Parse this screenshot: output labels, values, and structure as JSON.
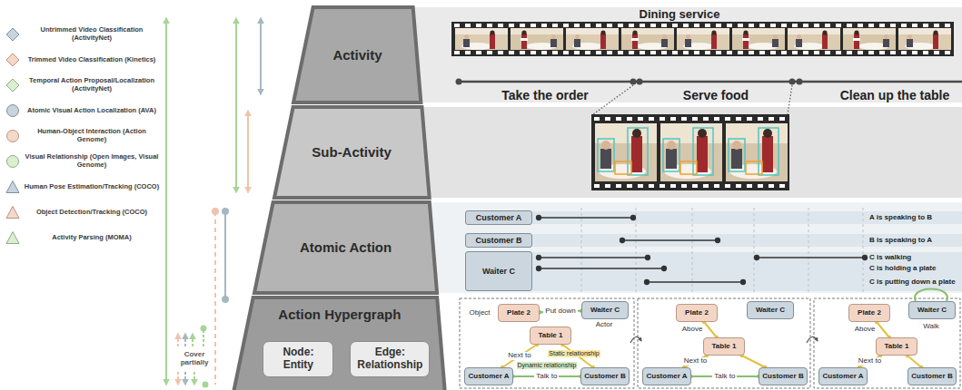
{
  "diagram": {
    "nodes": [
      {
        "text": [
          "Activity"
        ]
      },
      {
        "text": [
          "Sub-Activity"
        ]
      },
      {
        "text": [
          "Atomic Action"
        ]
      },
      {
        "text": [
          "Action Hypergraph"
        ]
      },
      {
        "text": [
          "Node: Entity"
        ],
        "in": 3
      },
      {
        "text": [
          "Edge: Relationship"
        ],
        "in": 3
      },
      {
        "text": [
          "Customer A"
        ]
      },
      {
        "text": [
          "Customer B"
        ]
      },
      {
        "text": [
          "Waiter C"
        ]
      },
      {
        "text": [
          "Plate 2"
        ]
      },
      {
        "text": [
          "Waiter C"
        ]
      },
      {
        "text": [
          "Table 1"
        ]
      },
      {
        "text": [
          "Customer A"
        ]
      },
      {
        "text": [
          "Customer B"
        ]
      },
      {
        "text": [
          "Plate 2"
        ]
      },
      {
        "text": [
          "Waiter C"
        ]
      },
      {
        "text": [
          "Table 1"
        ]
      },
      {
        "text": [
          "Customer A"
        ]
      },
      {
        "text": [
          "Customer B"
        ]
      },
      {
        "text": [
          "Plate 2"
        ]
      },
      {
        "text": [
          "Waiter C"
        ]
      },
      {
        "text": [
          "Table 1"
        ]
      },
      {
        "text": [
          "Customer A"
        ]
      },
      {
        "text": [
          "Customer B"
        ]
      }
    ],
    "edges": [
      {
        "from": 10,
        "to": 9,
        "arrow": "none",
        "label": "Put down"
      },
      {
        "from": 12,
        "to": 11,
        "arrow": "none",
        "label": "Next to"
      },
      {
        "from": 11,
        "to": 13,
        "arrow": "none"
      },
      {
        "from": 12,
        "to": 13,
        "arrow": "none",
        "label": "Talk to"
      },
      {
        "from": 14,
        "to": 16,
        "arrow": "none",
        "label": "Above"
      },
      {
        "from": 17,
        "to": 16,
        "arrow": "none",
        "label": "Next to"
      },
      {
        "from": 16,
        "to": 18,
        "arrow": "none"
      },
      {
        "from": 17,
        "to": 18,
        "arrow": "none",
        "label": "Talk to"
      },
      {
        "from": 19,
        "to": 21,
        "arrow": "none",
        "label": "Above"
      },
      {
        "from": 22,
        "to": 21,
        "arrow": "none",
        "label": "Next to"
      },
      {
        "from": 21,
        "to": 23,
        "arrow": "none"
      }
    ],
    "labels": [
      "Dining service",
      "Take the order",
      "Serve food",
      "Clean up the table",
      "A is speaking to B",
      "B is speaking to A",
      "C is walking",
      "C is holding a plate",
      "C is putting down a plate",
      "Object",
      "Actor",
      "Static relationship",
      "Dynamic relationship",
      "Walk",
      "Cover partially"
    ],
    "legend": [
      {
        "text": "Untrimmed Video Classification (ActivityNet)"
      },
      {
        "text": "Trimmed Video Classification (Kinetics)"
      },
      {
        "text": "Temporal Action Proposal/Localization (ActivityNet)"
      },
      {
        "text": "Atomic Visual Action Localization (AVA)"
      },
      {
        "text": "Human-Object Interaction (Action Genome)"
      },
      {
        "text": "Visual Relationship (Open Images, Visual Genome)"
      },
      {
        "text": "Human Pose Estimation/Tracking (COCO)"
      },
      {
        "text": "Object Detection/Tracking (COCO)"
      },
      {
        "text": "Activity Parsing (MOMA)"
      }
    ]
  }
}
